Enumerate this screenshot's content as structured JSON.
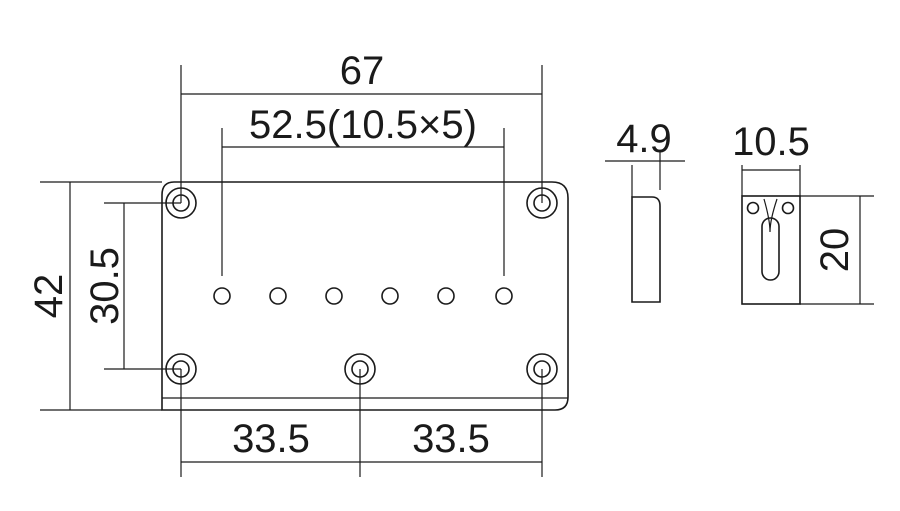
{
  "dimensions": {
    "overall_width": "67",
    "pole_spacing": "52.5(10.5×5)",
    "overall_height": "42",
    "mount_hole_vertical": "30.5",
    "lower_left": "33.5",
    "lower_right": "33.5",
    "side_thickness": "4.9",
    "detail_width": "10.5",
    "detail_height": "20"
  },
  "pole_count": 6,
  "mount_hole_count": 5
}
